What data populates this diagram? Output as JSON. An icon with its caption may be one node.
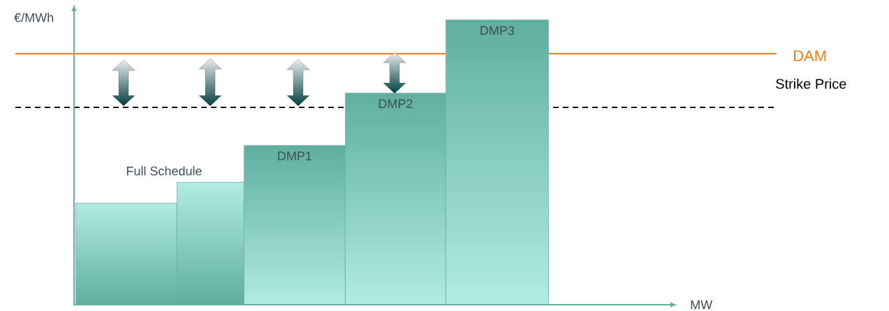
{
  "diagram": {
    "nodes": [
      {
        "text": [],
        "shape": "bar"
      },
      {
        "text": [],
        "shape": "bar"
      },
      {
        "text": [
          "DMP1"
        ]
      },
      {
        "text": [
          "DMP2"
        ]
      },
      {
        "text": [
          "DMP3"
        ]
      }
    ],
    "labels": [
      "€/MWh",
      "DAM",
      "Strike Price",
      "Full Schedule",
      "MW"
    ]
  }
}
